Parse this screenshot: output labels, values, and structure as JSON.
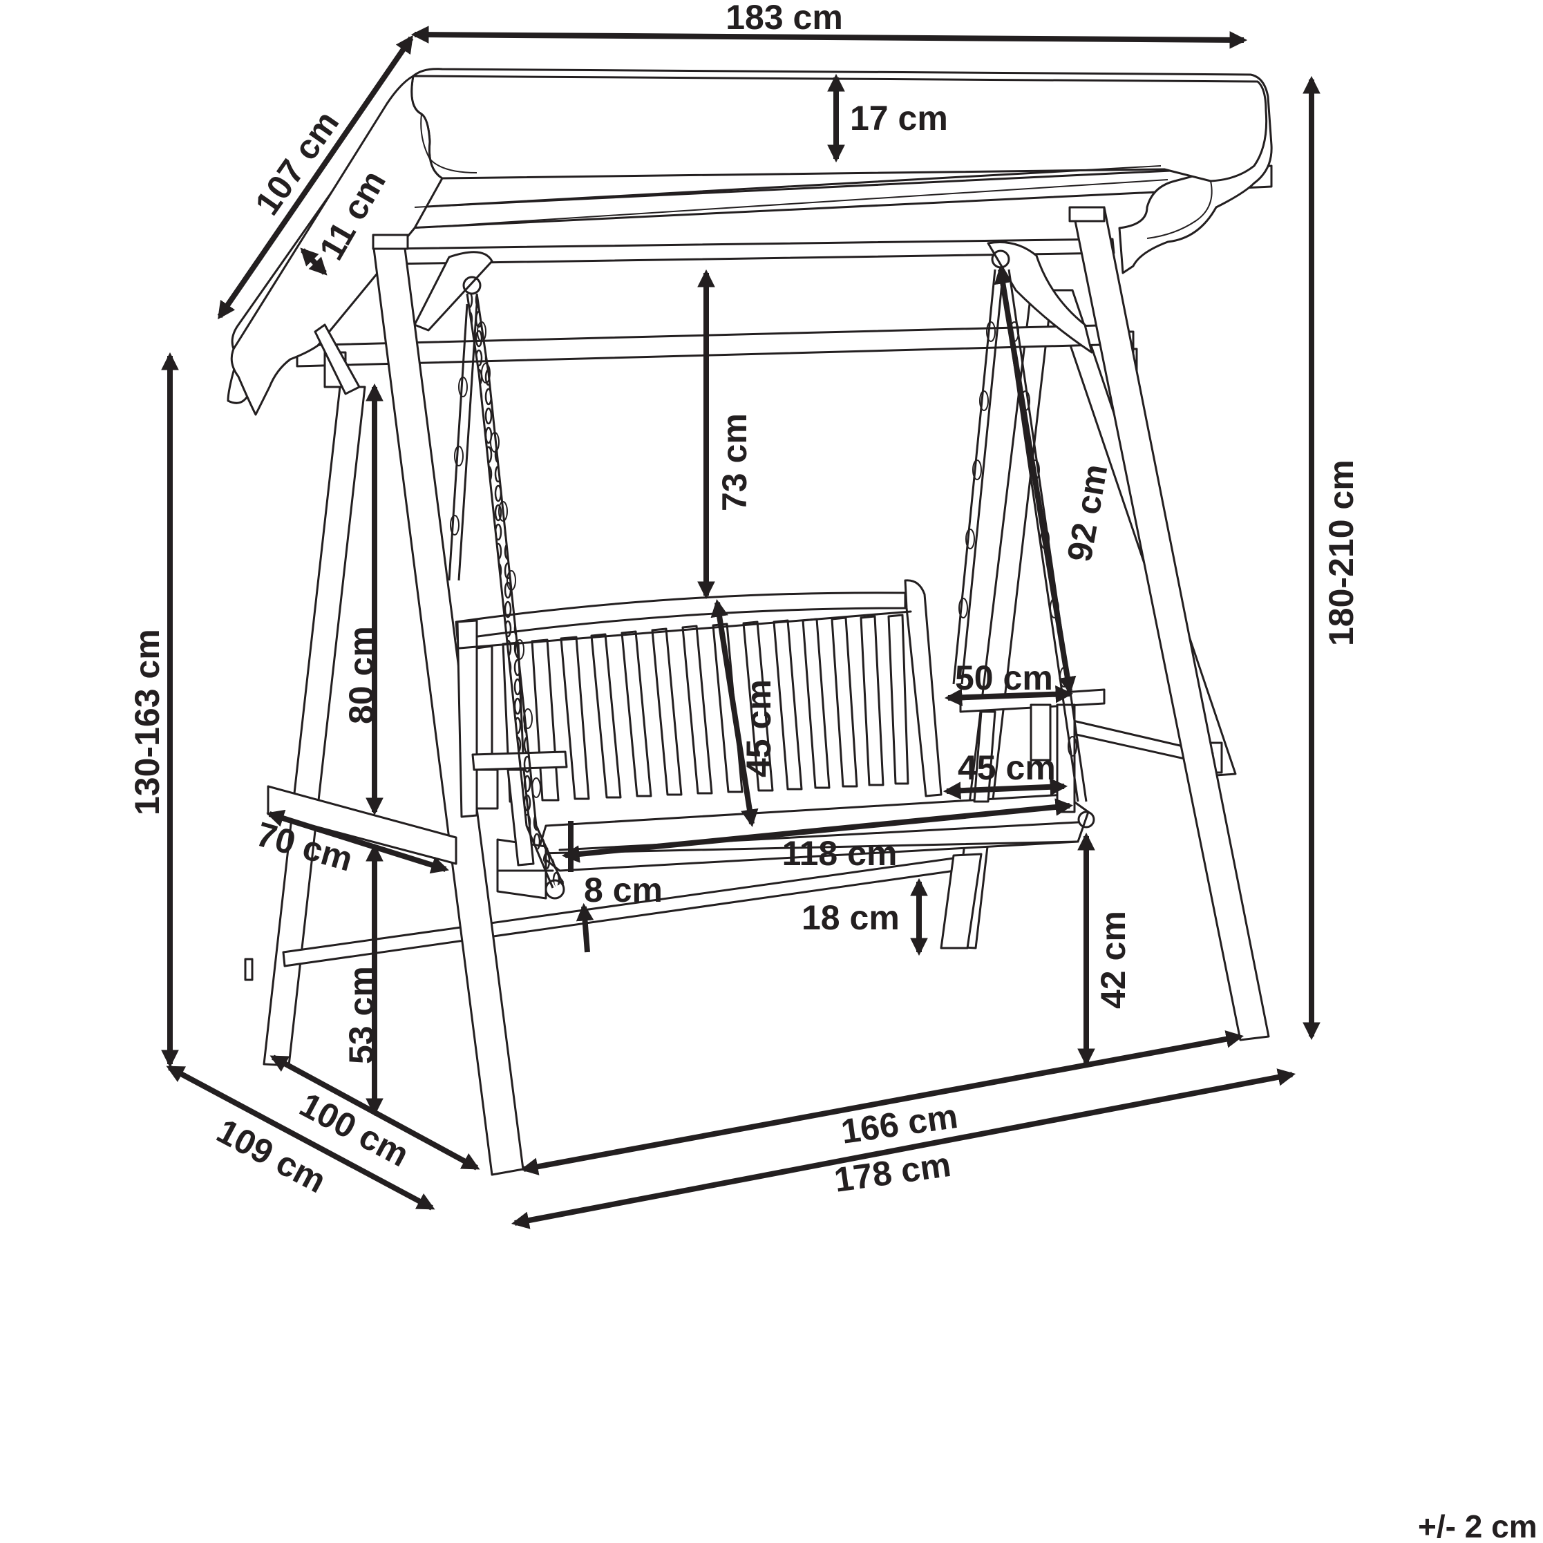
{
  "dimensions": {
    "canopy_width": "183 cm",
    "canopy_height": "17 cm",
    "canopy_depth": "107 cm",
    "roof_offset": "11 cm",
    "chain_length": "73 cm",
    "backrest_height": "45 cm",
    "hanging_length": "92 cm",
    "armrest_length": "50 cm",
    "seat_depth": "45 cm",
    "frame_total_height": "180-210 cm",
    "swing_total_height": "130-163 cm",
    "leg_height": "80 cm",
    "side_depth": "70 cm",
    "seat_width": "118 cm",
    "seat_thickness": "8 cm",
    "crossbar_height": "18 cm",
    "seat_floor_clearance": "42 cm",
    "crossbar_floor": "53 cm",
    "base_depth_inner": "100 cm",
    "base_depth_outer": "109 cm",
    "base_width_inner": "166 cm",
    "base_width_outer": "178 cm",
    "tolerance": "+/- 2 cm"
  },
  "colors": {
    "line": "#231f20",
    "background": "#ffffff"
  }
}
